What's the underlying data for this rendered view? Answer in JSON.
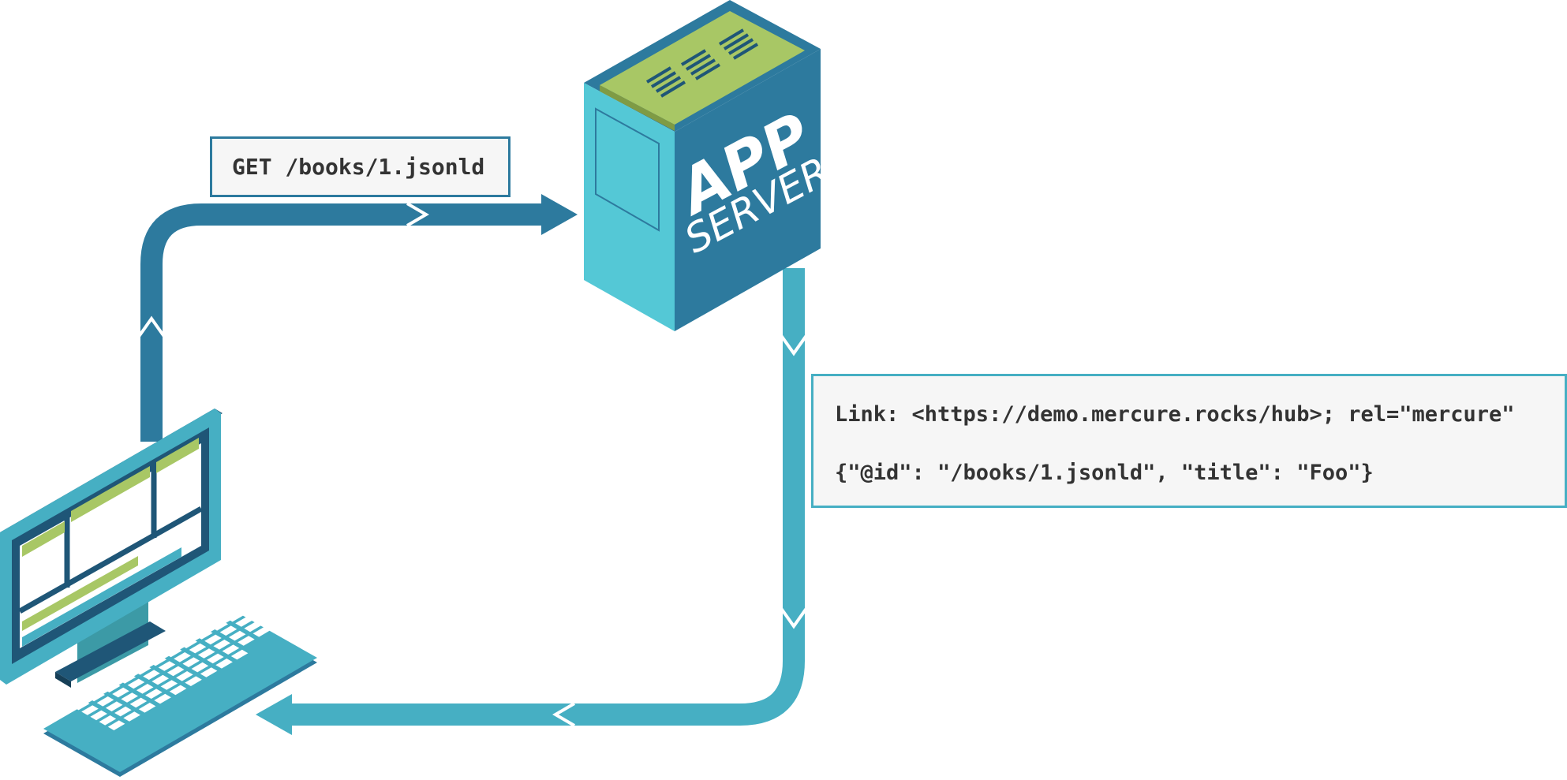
{
  "request": {
    "text": "GET /books/1.jsonld"
  },
  "response": {
    "link_header": "Link: <https://demo.mercure.rocks/hub>; rel=\"mercure\"",
    "body": "{\"@id\": \"/books/1.jsonld\", \"title\": \"Foo\"}"
  },
  "server": {
    "line1": "APP",
    "line2": "SERVER"
  },
  "colors": {
    "dark_blue": "#2d7a9e",
    "light_blue": "#46afc3",
    "cyan": "#54c8d6",
    "green": "#a8c765",
    "navy": "#1f5677",
    "box_fill": "#f6f6f6"
  }
}
